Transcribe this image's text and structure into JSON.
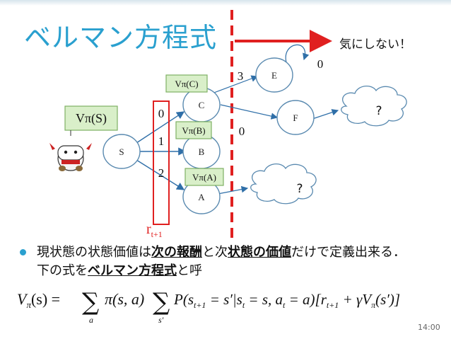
{
  "title": "ベルマン方程式",
  "note": "気にしない！",
  "nodes": {
    "s": "S",
    "a": "A",
    "b": "B",
    "c": "C",
    "e": "E",
    "f": "F"
  },
  "values": {
    "vs": "Vπ(S)",
    "vc": "Vπ(C)",
    "vb": "Vπ(B)",
    "va": "Vπ(A)"
  },
  "rewards": {
    "r_c": "0",
    "r_b": "1",
    "r_a": "2",
    "r_e": "3",
    "r_f": "0",
    "r_self": "0"
  },
  "reward_label": {
    "base": "r",
    "sub": "t+1"
  },
  "cloud_labels": [
    "?",
    "?"
  ],
  "bullet": {
    "p1": "現状態の状態価値は",
    "p2": "次の報酬",
    "p3": "と次",
    "p4": "状態の価値",
    "p5": "だけで定義出来る．下の式を",
    "p6": "ベルマン方程式",
    "p7": "と呼"
  },
  "formula": {
    "lhs": "V",
    "lhs_sub": "π",
    "lhs_arg": "(s) =",
    "sum1_under": "a",
    "term1": "π(s, a)",
    "sum2_under": "s′",
    "term2": "P(s",
    "term2_sub": "t+1",
    "term2_rest": " = s′|s",
    "term2_sub2": "t",
    "term2_rest2": " = s, a",
    "term2_sub3": "t",
    "term2_rest3": " = a)[r",
    "term3_sub": "t+1",
    "term3_rest": " + γV",
    "term3_sub2": "π",
    "term3_rest2": "(s′)]"
  },
  "time": "14:00",
  "colors": {
    "accent": "#2aa0cf",
    "red": "#e02020",
    "box_fill": "#d9efc9",
    "box_stroke": "#7fb064",
    "arrow": "#2f6fa8"
  }
}
